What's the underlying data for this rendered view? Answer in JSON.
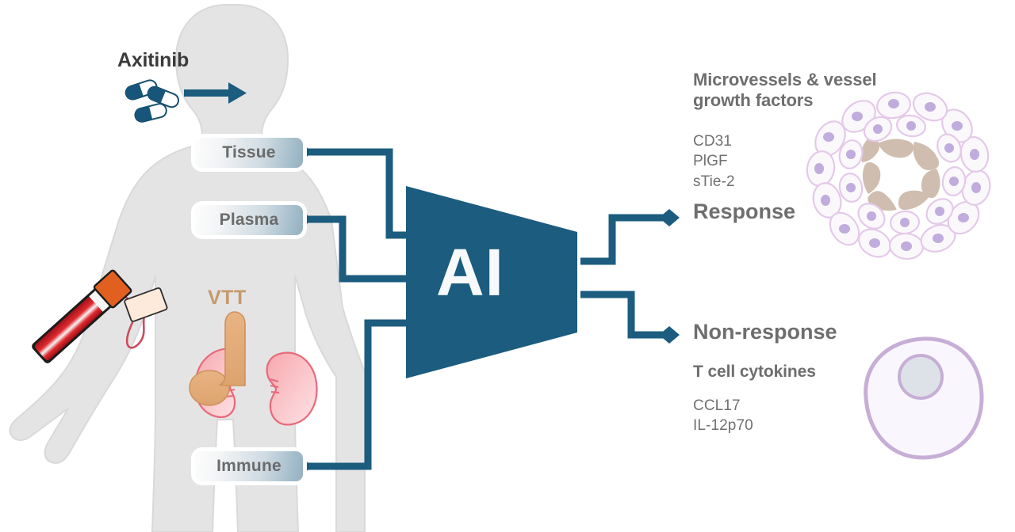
{
  "diagram": {
    "title_text": "Axitinib",
    "anatomy_label": "VTT",
    "model_label": "AI"
  },
  "inputs": {
    "drug_label": "Axitinib",
    "samples": [
      {
        "id": "tissue",
        "label": "Tissue"
      },
      {
        "id": "plasma",
        "label": "Plasma"
      },
      {
        "id": "immune",
        "label": "Immune"
      }
    ]
  },
  "outputs": [
    {
      "id": "response",
      "label": "Response",
      "group_heading": "Microvessels & vessel growth factors",
      "group_heading_line1": "Microvessels & vessel",
      "group_heading_line2": "growth factors",
      "markers": [
        "CD31",
        "PlGF",
        "sTie-2"
      ],
      "icon": "microvessel-cross-section"
    },
    {
      "id": "non-response",
      "label": "Non-response",
      "group_heading": "T cell cytokines",
      "markers": [
        "CCL17",
        "IL-12p70"
      ],
      "icon": "t-cell"
    }
  ],
  "colors": {
    "accent_teal": "#1b5c7f",
    "body_gray": "#e4e4e4",
    "body_outline": "#d6d6d6",
    "text_gray": "#6e6e6e",
    "vtt_tan": "#c49a6c",
    "kidney_pink": "#e8697a",
    "cell_lavender": "#cbb3d6",
    "blood_red": "#cf2027",
    "cap_orange": "#e2601f"
  },
  "illustrations": {
    "body": "human-body-silhouette",
    "pills": "capsule-pills",
    "blood_draw": "blood-collection-tube",
    "kidneys": "kidney-pair-with-tumor-thrombus"
  }
}
